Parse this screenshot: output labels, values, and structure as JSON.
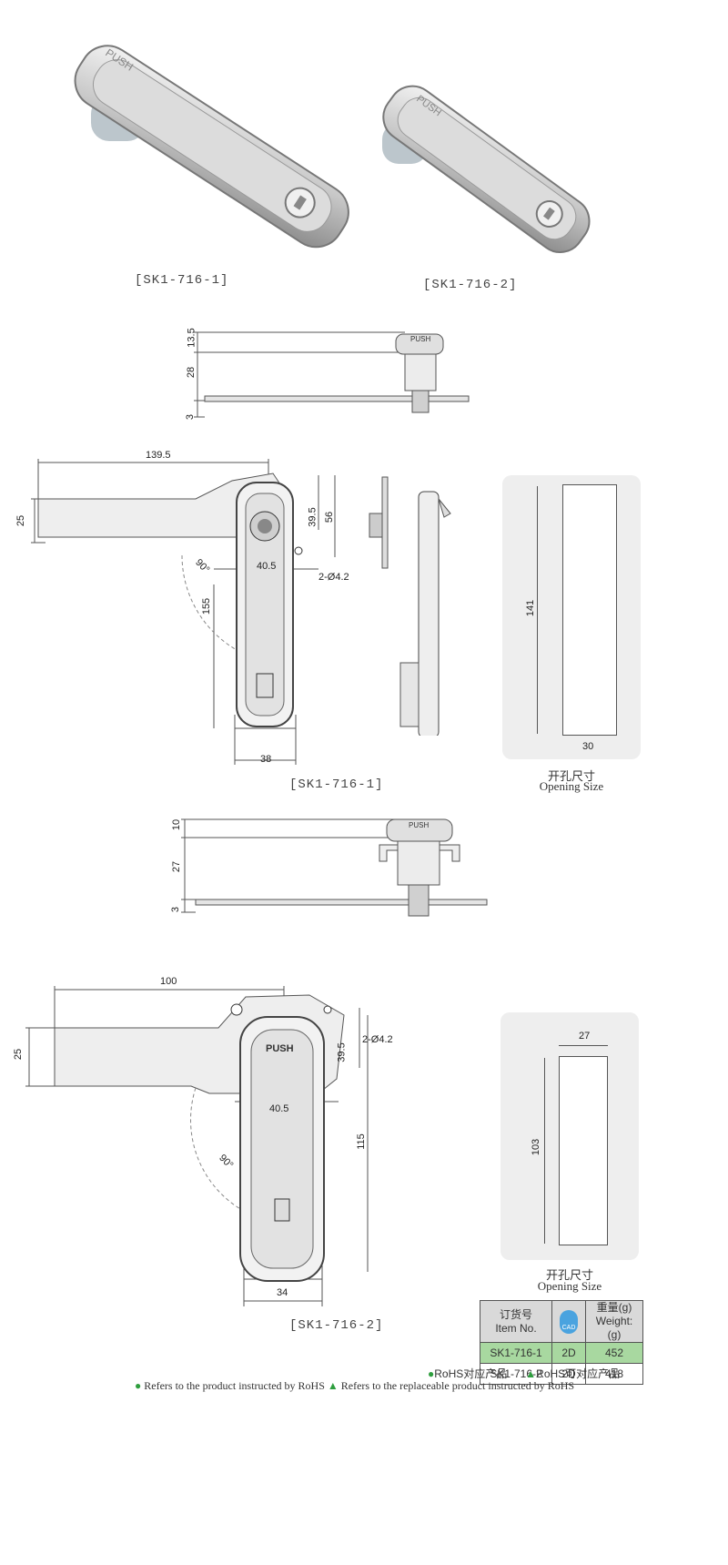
{
  "captions": {
    "photo1": "[SK1-716-1]",
    "photo2": "[SK1-716-2]",
    "drawing1": "[SK1-716-1]",
    "drawing2": "[SK1-716-2]"
  },
  "labels": {
    "push": "PUSH"
  },
  "dims1": {
    "side_top": "13.5",
    "side_mid": "28",
    "side_bot": "3",
    "width": "139.5",
    "handle_h": "25",
    "v1": "39.5",
    "v2": "56",
    "h_mid": "40.5",
    "holes": "2-Ø4.2",
    "angle": "90°",
    "len": "155",
    "base": "38"
  },
  "opening1": {
    "height": "141",
    "width": "30",
    "cn": "开孔尺寸",
    "en": "Opening Size"
  },
  "dims2": {
    "side_top": "10",
    "side_mid": "27",
    "side_bot": "3",
    "width": "100",
    "handle_h": "25",
    "v1": "39.5",
    "holes": "2-Ø4.2",
    "h_mid": "40.5",
    "angle": "90°",
    "len": "115",
    "base": "34"
  },
  "opening2": {
    "height": "103",
    "width": "27",
    "cn": "开孔尺寸",
    "en": "Opening Size"
  },
  "table": {
    "h_item_cn": "订货号",
    "h_item_en": "Item No.",
    "h_cad": "CAD",
    "h_weight_cn": "重量(g)",
    "h_weight_en": "Weight:(g)",
    "rows": [
      {
        "item": "SK1-716-1",
        "cad": "2D",
        "weight": "452"
      },
      {
        "item": "SK1-716-2",
        "cad": "2D",
        "weight": "418"
      }
    ]
  },
  "legend": {
    "rohs_cn": "RoHS对应产品",
    "rohs_alt_cn": "RoHS可对应产品",
    "rohs_en": "Refers to the product instructed by RoHS",
    "rohs_alt_en": "Refers to the replaceable product instructed by RoHS"
  },
  "colors": {
    "green": "#2e9e3e",
    "panel": "#eeeeee",
    "highlight": "#a8d8a0"
  }
}
